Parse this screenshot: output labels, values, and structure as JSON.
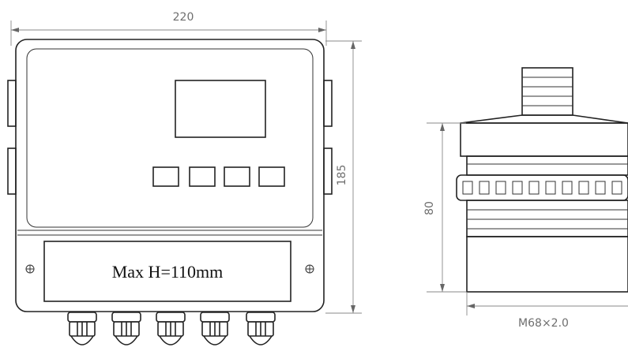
{
  "controller": {
    "width_label": "220",
    "height_label": "185",
    "window_label": "Max H=110mm"
  },
  "sensor": {
    "height_label": "80",
    "thread_label": "M68×2.0"
  }
}
